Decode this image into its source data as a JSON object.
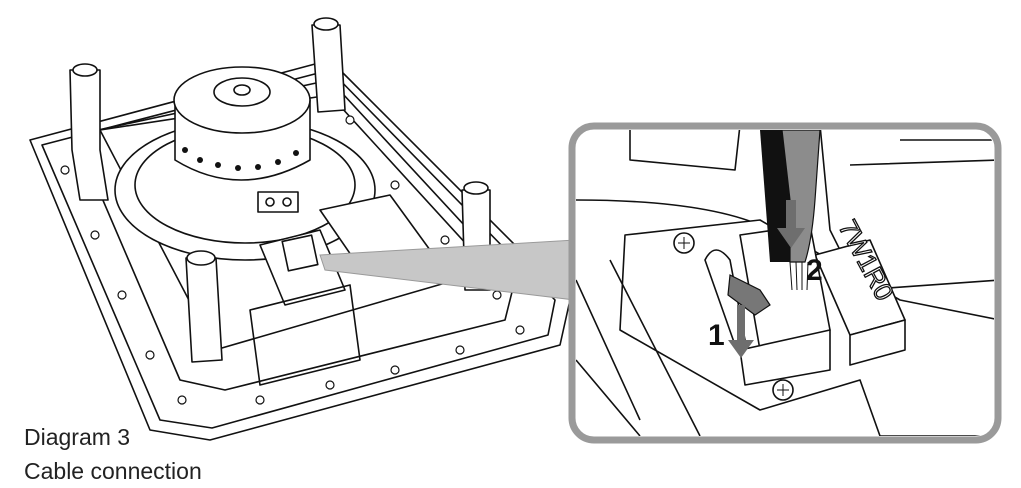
{
  "caption": {
    "title": "Diagram 3",
    "subtitle": "Cable connection"
  },
  "inset": {
    "step_1": "1",
    "step_2": "2",
    "component_label": "7W1R0"
  },
  "colors": {
    "line": "#111111",
    "inset_border": "#9a9a9a",
    "cable_black": "#111111",
    "cable_grey": "#8c8c8c",
    "arrow": "#6e6e6e"
  }
}
